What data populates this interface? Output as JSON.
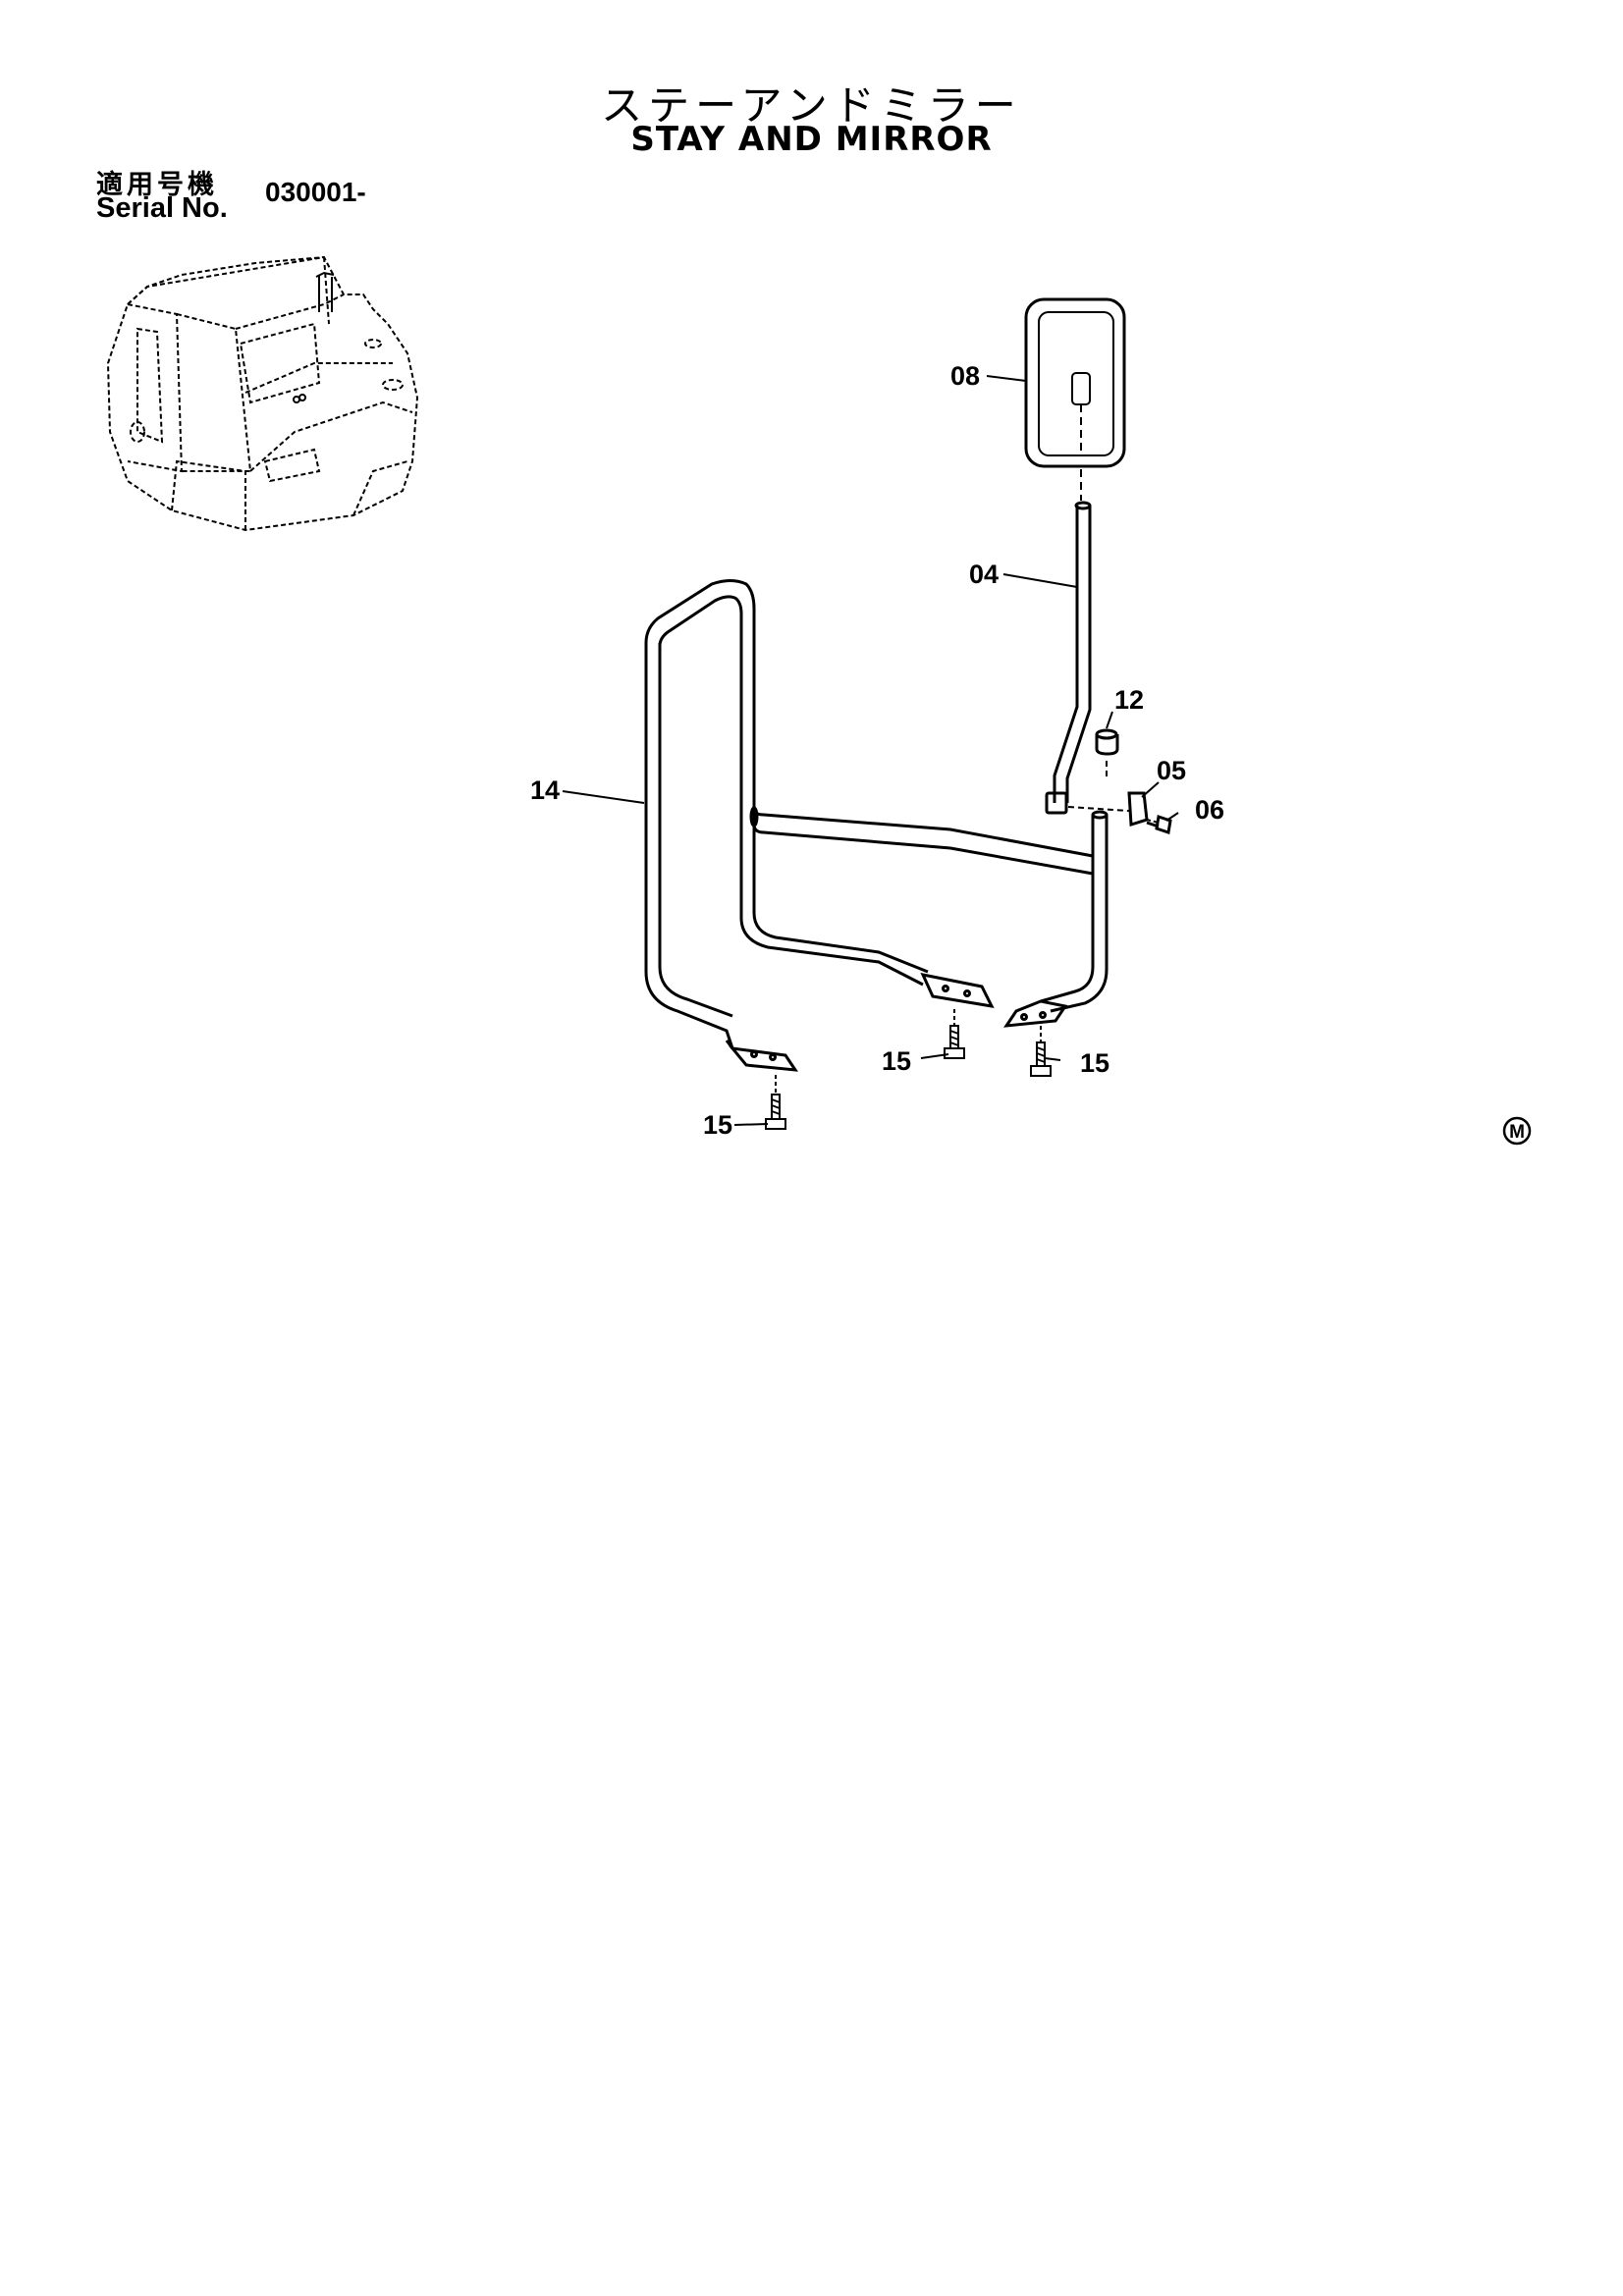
{
  "header": {
    "title_jp": "ステーアンドミラー",
    "title_en": "STAY AND MIRROR"
  },
  "serial": {
    "label_jp": "適用号機",
    "label_en": "Serial No.",
    "value": "030001-"
  },
  "callouts": {
    "mirror": "08",
    "mirror_rod": "04",
    "cap": "12",
    "clamp": "05",
    "clamp_bolt": "06",
    "stay": "14",
    "bolt": "15"
  },
  "mark": "M",
  "colors": {
    "line": "#000000",
    "background": "#ffffff"
  }
}
